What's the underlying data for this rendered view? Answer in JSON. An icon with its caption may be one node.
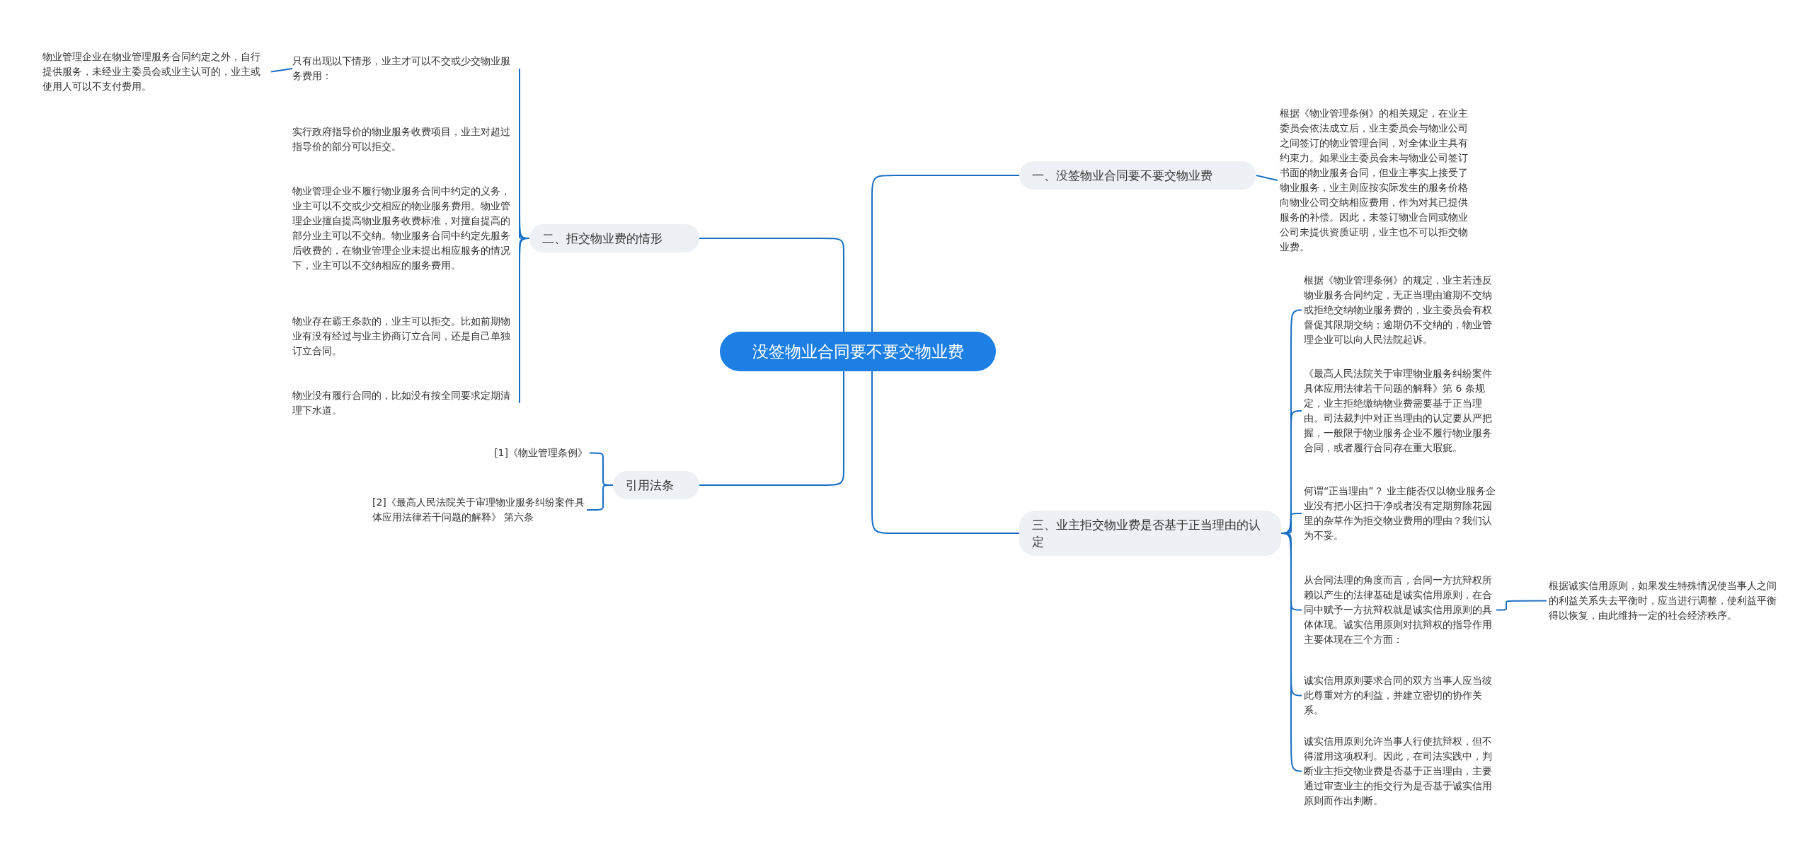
{
  "diagram": {
    "nodes": [
      {
        "text": [
          "没签物业合同要不要交物业费"
        ]
      },
      {
        "text": [
          "一、没签物业合同要不要交物业费"
        ]
      },
      {
        "text": [
          "根据《物业管理条例》的相关规定，在业主委员会依法成立后，业主委员会与物业公司之间签订的物业管理合同，对全体业主具有约束力。如果业主委员会未与物业公司签订书面的物业服务合同，但业主事实上接受了物业服务，业主则应按实际发生的服务价格向物业公司交纳相应费用，作为对其已提供服务的补偿。因此，未签订物业合同或物业公司未提供资质证明，业主也不可以拒交物业费。"
        ]
      },
      {
        "text": [
          "二、拒交物业费的情形"
        ]
      },
      {
        "text": [
          "只有出现以下情形，业主才可以不交或少交物业服务费用："
        ]
      },
      {
        "text": [
          "物业管理企业在物业管理服务合同约定之外，自行提供服务，未经业主委员会或业主认可的，业主或使用人可以不支付费用。"
        ]
      },
      {
        "text": [
          "实行政府指导价的物业服务收费项目，业主对超过指导价的部分可以拒交。"
        ]
      },
      {
        "text": [
          "物业管理企业不履行物业服务合同中约定的义务，业主可以不交或少交相应的物业服务费用。物业管理企业擅自提高物业服务收费标准，对擅自提高的部分业主可以不交纳。物业服务合同中约定先服务后收费的，在物业管理企业未提出相应服务的情况下，业主可以不交纳相应的服务费用。"
        ]
      },
      {
        "text": [
          "物业存在霸王条款的，业主可以拒交。比如前期物业有没有经过与业主协商订立合同，还是自己单独订立合同。"
        ]
      },
      {
        "text": [
          "物业没有履行合同的，比如没有按全同要求定期清理下水道。"
        ]
      },
      {
        "text": [
          "引用法条"
        ]
      },
      {
        "text": [
          "[1]《物业管理条例》"
        ]
      },
      {
        "text": [
          "[2]《最高人民法院关于审理物业服务纠纷案件具体应用法律若干问题的解释》 第六条"
        ]
      },
      {
        "text": [
          "三、业主拒交物业费是否基于正当理由的认定"
        ]
      },
      {
        "text": [
          "根据《物业管理条例》的规定，业主若违反物业服务合同约定，无正当理由逾期不交纳或拒绝交纳物业服务费的，业主委员会有权督促其限期交纳；逾期仍不交纳的，物业管理企业可以向人民法院起诉。"
        ]
      },
      {
        "text": [
          "《最高人民法院关于审理物业服务纠纷案件具体应用法律若干问题的解释》第 6 条规定，业主拒绝缴纳物业费需要基于正当理由。司法裁判中对正当理由的认定要从严把握，一般限于物业服务企业不履行物业服务合同，或者履行合同存在重大瑕疵。"
        ]
      },
      {
        "text": [
          "何谓“正当理由”？ 业主能否仅以物业服务企业没有把小区扫干净或者没有定期剪除花园里的杂草作为拒交物业费用的理由？我们认为不妥。"
        ]
      },
      {
        "text": [
          "从合同法理的角度而言，合同一方抗辩权所赖以产生的法律基础是诚实信用原则，在合同中赋予一方抗辩权就是诚实信用原则的具体体现。诚实信用原则对抗辩权的指导作用主要体现在三个方面："
        ]
      },
      {
        "text": [
          "根据诚实信用原则，如果发生特殊情况使当事人之间的利益关系失去平衡时，应当进行调整，使利益平衡得以恢复，由此维持一定的社会经济秩序。"
        ]
      },
      {
        "text": [
          "诚实信用原则要求合同的双方当事人应当彼此尊重对方的利益，并建立密切的协作关系。"
        ]
      },
      {
        "text": [
          "诚实信用原则允许当事人行使抗辩权，但不得滥用这项权利。因此，在司法实践中，判断业主拒交物业费是否基于正当理由，主要通过审查业主的拒交行为是否基于诚实信用原则而作出判断。"
        ]
      }
    ],
    "edges": [
      {
        "from": 0,
        "to": 1,
        "arrow": "none"
      },
      {
        "from": 0,
        "to": 3,
        "arrow": "none"
      },
      {
        "from": 0,
        "to": 10,
        "arrow": "none"
      },
      {
        "from": 0,
        "to": 13,
        "arrow": "none"
      },
      {
        "from": 1,
        "to": 2,
        "arrow": "none"
      },
      {
        "from": 3,
        "to": 4,
        "arrow": "none"
      },
      {
        "from": 3,
        "to": 6,
        "arrow": "none"
      },
      {
        "from": 3,
        "to": 7,
        "arrow": "none"
      },
      {
        "from": 3,
        "to": 8,
        "arrow": "none"
      },
      {
        "from": 3,
        "to": 9,
        "arrow": "none"
      },
      {
        "from": 4,
        "to": 5,
        "arrow": "none"
      },
      {
        "from": 10,
        "to": 11,
        "arrow": "none"
      },
      {
        "from": 10,
        "to": 12,
        "arrow": "none"
      },
      {
        "from": 13,
        "to": 14,
        "arrow": "none"
      },
      {
        "from": 13,
        "to": 15,
        "arrow": "none"
      },
      {
        "from": 13,
        "to": 16,
        "arrow": "none"
      },
      {
        "from": 13,
        "to": 17,
        "arrow": "none"
      },
      {
        "from": 13,
        "to": 19,
        "arrow": "none"
      },
      {
        "from": 13,
        "to": 20,
        "arrow": "none"
      },
      {
        "from": 17,
        "to": 18,
        "arrow": "none"
      }
    ]
  }
}
